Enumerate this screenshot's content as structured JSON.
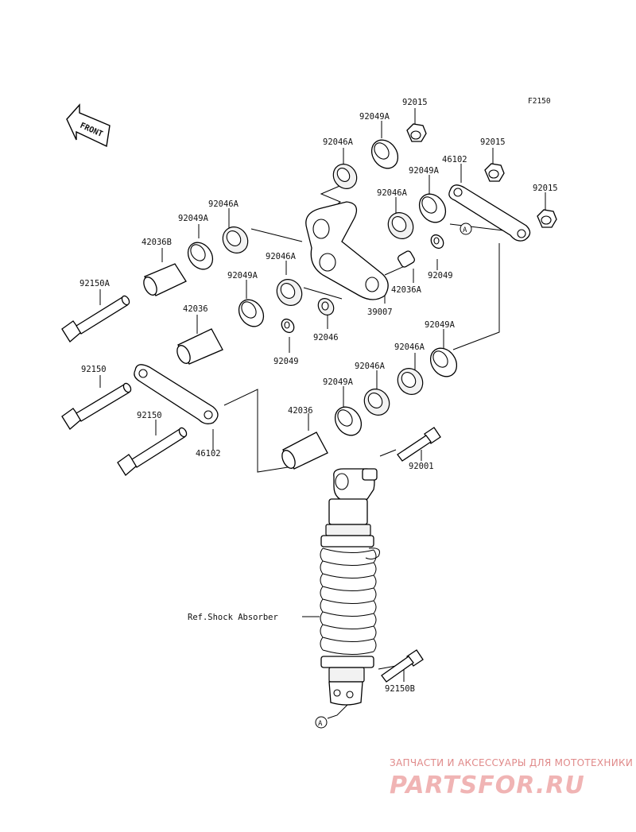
{
  "figure_code": "F2150",
  "front_label": "FRONT",
  "ref_label": "Ref.Shock Absorber",
  "callout_letter": "A",
  "watermark": {
    "tagline": "ЗАПЧАСТИ И АКСЕССУАРЫ ДЛЯ МОТОТЕХНИКИ",
    "logo": "PARTSFOR.RU"
  },
  "parts": {
    "p92015_top": "92015",
    "p92049A_top": "92049A",
    "p92046A_top": "92046A",
    "p92015_mid": "92015",
    "p46102_top": "46102",
    "p92049A_right": "92049A",
    "p92015_right": "92015",
    "p92046A_left": "92046A",
    "p92049A_left": "92049A",
    "p42036B": "42036B",
    "p92046A_center": "92046A",
    "p92046A_c2": "92046A",
    "p92049A_c2": "92049A",
    "p42036A": "42036A",
    "p92049_right": "92049",
    "p39007": "39007",
    "p92150A": "92150A",
    "p42036_left": "42036",
    "p92046": "92046",
    "p92049_center": "92049",
    "p92049A_lower": "92049A",
    "p92046A_lower": "92046A",
    "p92046A_lower2": "92046A",
    "p92049A_lower2": "92049A",
    "p92150_a": "92150",
    "p42036_lower": "42036",
    "p92150_b": "92150",
    "p92001": "92001",
    "p46102_lower": "46102",
    "p92150B": "92150B"
  }
}
